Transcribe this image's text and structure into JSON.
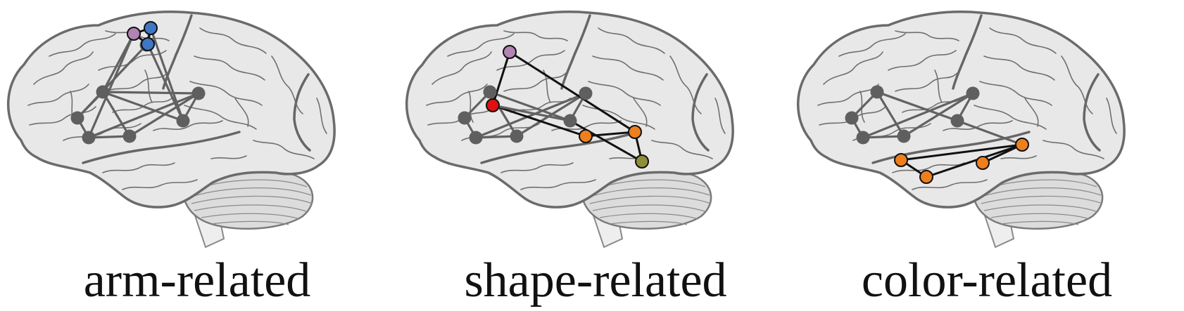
{
  "colors": {
    "gray_node": "#5f5f5f",
    "gray_edge": "#626262",
    "active_edge": "#111111",
    "purple": "#b184b4",
    "blue": "#3f77c4",
    "red": "#e01010",
    "orange": "#ee7f1d",
    "olive": "#8f8f3a"
  },
  "panels": [
    {
      "caption": "arm-related",
      "icon": "brain-icon",
      "nodes": [
        {
          "id": "g1",
          "color": "gray"
        },
        {
          "id": "g2",
          "color": "gray"
        },
        {
          "id": "g3",
          "color": "gray"
        },
        {
          "id": "g4",
          "color": "gray"
        },
        {
          "id": "g5",
          "color": "gray"
        },
        {
          "id": "g6",
          "color": "gray"
        },
        {
          "id": "g7",
          "color": "gray"
        },
        {
          "id": "p1",
          "color": "purple"
        },
        {
          "id": "b1",
          "color": "blue"
        },
        {
          "id": "b2",
          "color": "blue"
        }
      ],
      "edges": [
        [
          "g1",
          "g2",
          "gray"
        ],
        [
          "g1",
          "g4",
          "gray"
        ],
        [
          "g1",
          "g7",
          "gray"
        ],
        [
          "g2",
          "g5",
          "gray"
        ],
        [
          "g2",
          "g6",
          "gray"
        ],
        [
          "g3",
          "g5",
          "gray"
        ],
        [
          "g3",
          "g6",
          "gray"
        ],
        [
          "g3",
          "g4",
          "gray"
        ],
        [
          "g4",
          "g5",
          "gray"
        ],
        [
          "g2",
          "g3",
          "gray"
        ],
        [
          "p1",
          "g2",
          "gray"
        ],
        [
          "p1",
          "g4",
          "gray"
        ],
        [
          "b1",
          "g6",
          "gray"
        ],
        [
          "b2",
          "g6",
          "gray"
        ],
        [
          "b1",
          "g7",
          "gray"
        ],
        [
          "p1",
          "b1",
          "active"
        ],
        [
          "p1",
          "b2",
          "active"
        ],
        [
          "b1",
          "b2",
          "active"
        ]
      ]
    },
    {
      "caption": "shape-related",
      "icon": "brain-icon",
      "nodes": [
        {
          "id": "g1",
          "color": "gray"
        },
        {
          "id": "g2",
          "color": "gray"
        },
        {
          "id": "g3",
          "color": "gray"
        },
        {
          "id": "g4",
          "color": "gray"
        },
        {
          "id": "g5",
          "color": "gray"
        },
        {
          "id": "g6",
          "color": "gray"
        },
        {
          "id": "p1",
          "color": "purple"
        },
        {
          "id": "r1",
          "color": "red"
        },
        {
          "id": "o1",
          "color": "orange"
        },
        {
          "id": "o2",
          "color": "orange"
        },
        {
          "id": "y1",
          "color": "olive"
        }
      ],
      "edges": [
        [
          "g1",
          "g2",
          "gray"
        ],
        [
          "g1",
          "g4",
          "gray"
        ],
        [
          "g2",
          "g5",
          "gray"
        ],
        [
          "g2",
          "g6",
          "gray"
        ],
        [
          "g3",
          "g5",
          "gray"
        ],
        [
          "g3",
          "g6",
          "gray"
        ],
        [
          "g4",
          "g5",
          "gray"
        ],
        [
          "g4",
          "g3",
          "gray"
        ],
        [
          "p1",
          "r1",
          "active"
        ],
        [
          "p1",
          "o2",
          "active"
        ],
        [
          "r1",
          "o1",
          "active"
        ],
        [
          "o1",
          "o2",
          "active"
        ],
        [
          "o2",
          "y1",
          "active"
        ],
        [
          "g6",
          "y1",
          "active"
        ],
        [
          "r1",
          "g6",
          "gray"
        ]
      ]
    },
    {
      "caption": "color-related",
      "icon": "brain-icon",
      "nodes": [
        {
          "id": "g1",
          "color": "gray"
        },
        {
          "id": "g2",
          "color": "gray"
        },
        {
          "id": "g3",
          "color": "gray"
        },
        {
          "id": "g4",
          "color": "gray"
        },
        {
          "id": "g5",
          "color": "gray"
        },
        {
          "id": "g6",
          "color": "gray"
        },
        {
          "id": "o1",
          "color": "orange"
        },
        {
          "id": "o2",
          "color": "orange"
        },
        {
          "id": "o3",
          "color": "orange"
        },
        {
          "id": "o4",
          "color": "orange"
        }
      ],
      "edges": [
        [
          "g1",
          "g2",
          "gray"
        ],
        [
          "g1",
          "g4",
          "gray"
        ],
        [
          "g2",
          "g5",
          "gray"
        ],
        [
          "g2",
          "g6",
          "gray"
        ],
        [
          "g3",
          "g5",
          "gray"
        ],
        [
          "g3",
          "g6",
          "gray"
        ],
        [
          "g4",
          "g5",
          "gray"
        ],
        [
          "g4",
          "g3",
          "gray"
        ],
        [
          "g6",
          "o4",
          "gray"
        ],
        [
          "o1",
          "o4",
          "active"
        ],
        [
          "o1",
          "o2",
          "active"
        ],
        [
          "o2",
          "o4",
          "active"
        ],
        [
          "o3",
          "o4",
          "active"
        ]
      ]
    }
  ]
}
